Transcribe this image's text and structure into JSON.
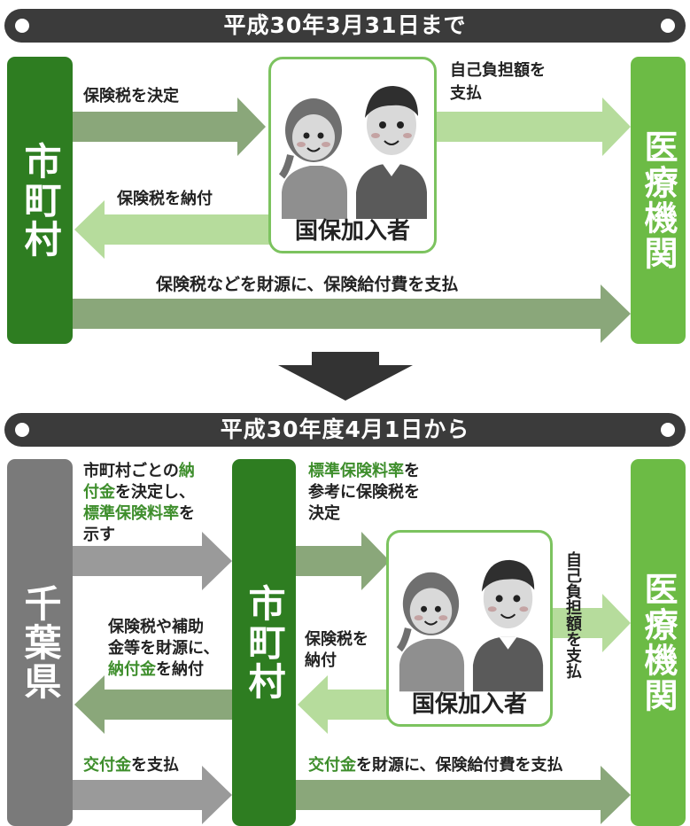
{
  "top": {
    "title": "平成30年3月31日まで",
    "city": "市町村",
    "hospital": "医療機関",
    "insured": "国保加入者",
    "arrow_decide": "保険税を決定",
    "arrow_pay_tax": "保険税を納付",
    "copay_line1": "自己負担額を",
    "copay_line2": "支払",
    "bottom_arrow": "保険税などを財源に、保険給付費を支払"
  },
  "bottom": {
    "title": "平成30年度4月1日から",
    "pref": "千葉県",
    "city": "市町村",
    "hospital": "医療機関",
    "insured": "国保加入者",
    "pref_line1_a": "市町村ごとの",
    "pref_line1_b": "納",
    "pref_line2_a": "付金",
    "pref_line2_b": "を決定し、",
    "pref_line3_a": "標準保険料率",
    "pref_line3_b": "を",
    "pref_line4": "示す",
    "city_line1_a": "標準保険料率",
    "city_line1_b": "を",
    "city_line2": "参考に保険税を",
    "city_line3": "決定",
    "noufu_line1": "保険税や補助",
    "noufu_line2": "金等を財源に、",
    "noufu_line3_a": "納付金",
    "noufu_line3_b": "を納付",
    "tax_pay_line1": "保険税を",
    "tax_pay_line2": "納付",
    "copay_vertical": "自己負担額を支払",
    "koufu_a": "交付金",
    "koufu_b": "を支払",
    "koufu2_a": "交付金",
    "koufu2_b": "を財源に、保険給付費を支払"
  },
  "colors": {
    "dark_green": "#2e7d21",
    "light_green": "#6cbb45",
    "gray": "#7a7a7a",
    "arrow_dark": "#8aa77a",
    "arrow_light": "#b6dc9c",
    "arrow_gray": "#9a9a9a"
  }
}
